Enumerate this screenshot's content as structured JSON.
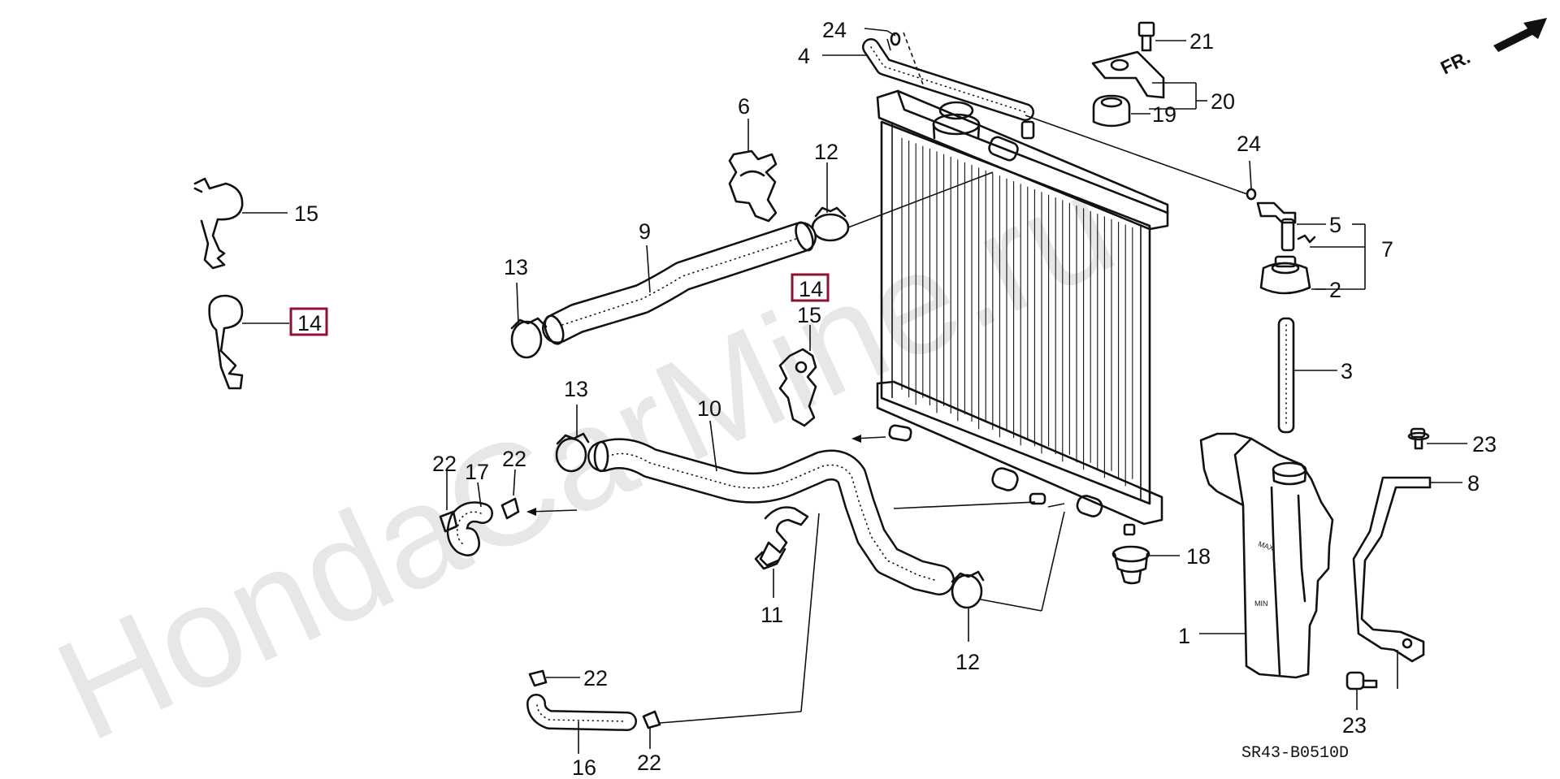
{
  "watermark": "HondaCarMine.ru",
  "diagram_code": "SR43-B0510D",
  "front_indicator": "FR.",
  "tank_marks": {
    "max": "MAX",
    "min": "MIN"
  },
  "highlighted_part": "14",
  "callouts": {
    "p1": "1",
    "p2": "2",
    "p3": "3",
    "p4": "4",
    "p5": "5",
    "p6": "6",
    "p7": "7",
    "p8": "8",
    "p9": "9",
    "p10": "10",
    "p11": "11",
    "p12a": "12",
    "p12b": "12",
    "p13a": "13",
    "p13b": "13",
    "p14a": "14",
    "p14b": "14",
    "p15a": "15",
    "p15b": "15",
    "p16": "16",
    "p17": "17",
    "p18": "18",
    "p19": "19",
    "p20": "20",
    "p21": "21",
    "p22a": "22",
    "p22b": "22",
    "p22c": "22",
    "p22d": "22",
    "p23a": "23",
    "p23b": "23",
    "p24a": "24",
    "p24b": "24"
  },
  "colors": {
    "highlight": "#8d1230",
    "watermark": "#e7e7e7",
    "ink": "#111111"
  }
}
